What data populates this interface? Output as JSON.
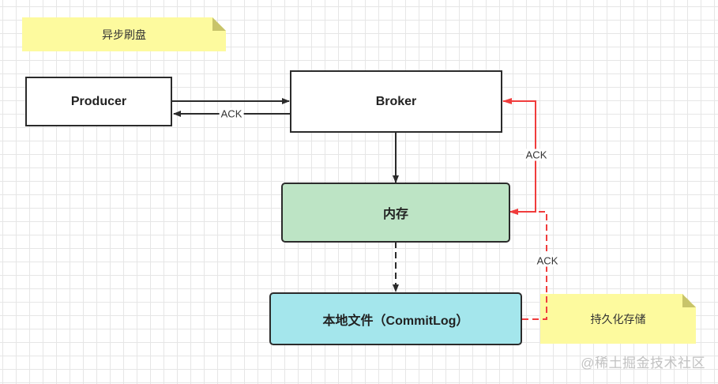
{
  "notes": {
    "async_flush": "异步刷盘",
    "persistent_storage": "持久化存储"
  },
  "nodes": {
    "producer": {
      "label": "Producer",
      "fill": "#ffffff"
    },
    "broker": {
      "label": "Broker",
      "fill": "#ffffff"
    },
    "memory": {
      "label": "内存",
      "fill": "#bde4c5"
    },
    "local_file": {
      "label": "本地文件（CommitLog）",
      "fill": "#a4e6ec"
    }
  },
  "edges": {
    "producer_to_broker": {
      "label": ""
    },
    "broker_to_producer_ack": {
      "label": "ACK"
    },
    "broker_to_memory": {
      "label": ""
    },
    "memory_to_broker_ack": {
      "label": "ACK",
      "color": "#f03c3c"
    },
    "memory_to_file": {
      "label": "",
      "style": "dashed"
    },
    "file_to_memory_ack": {
      "label": "ACK",
      "color": "#f03c3c",
      "style": "dashed"
    }
  },
  "watermark": "@稀土掘金技术社区"
}
